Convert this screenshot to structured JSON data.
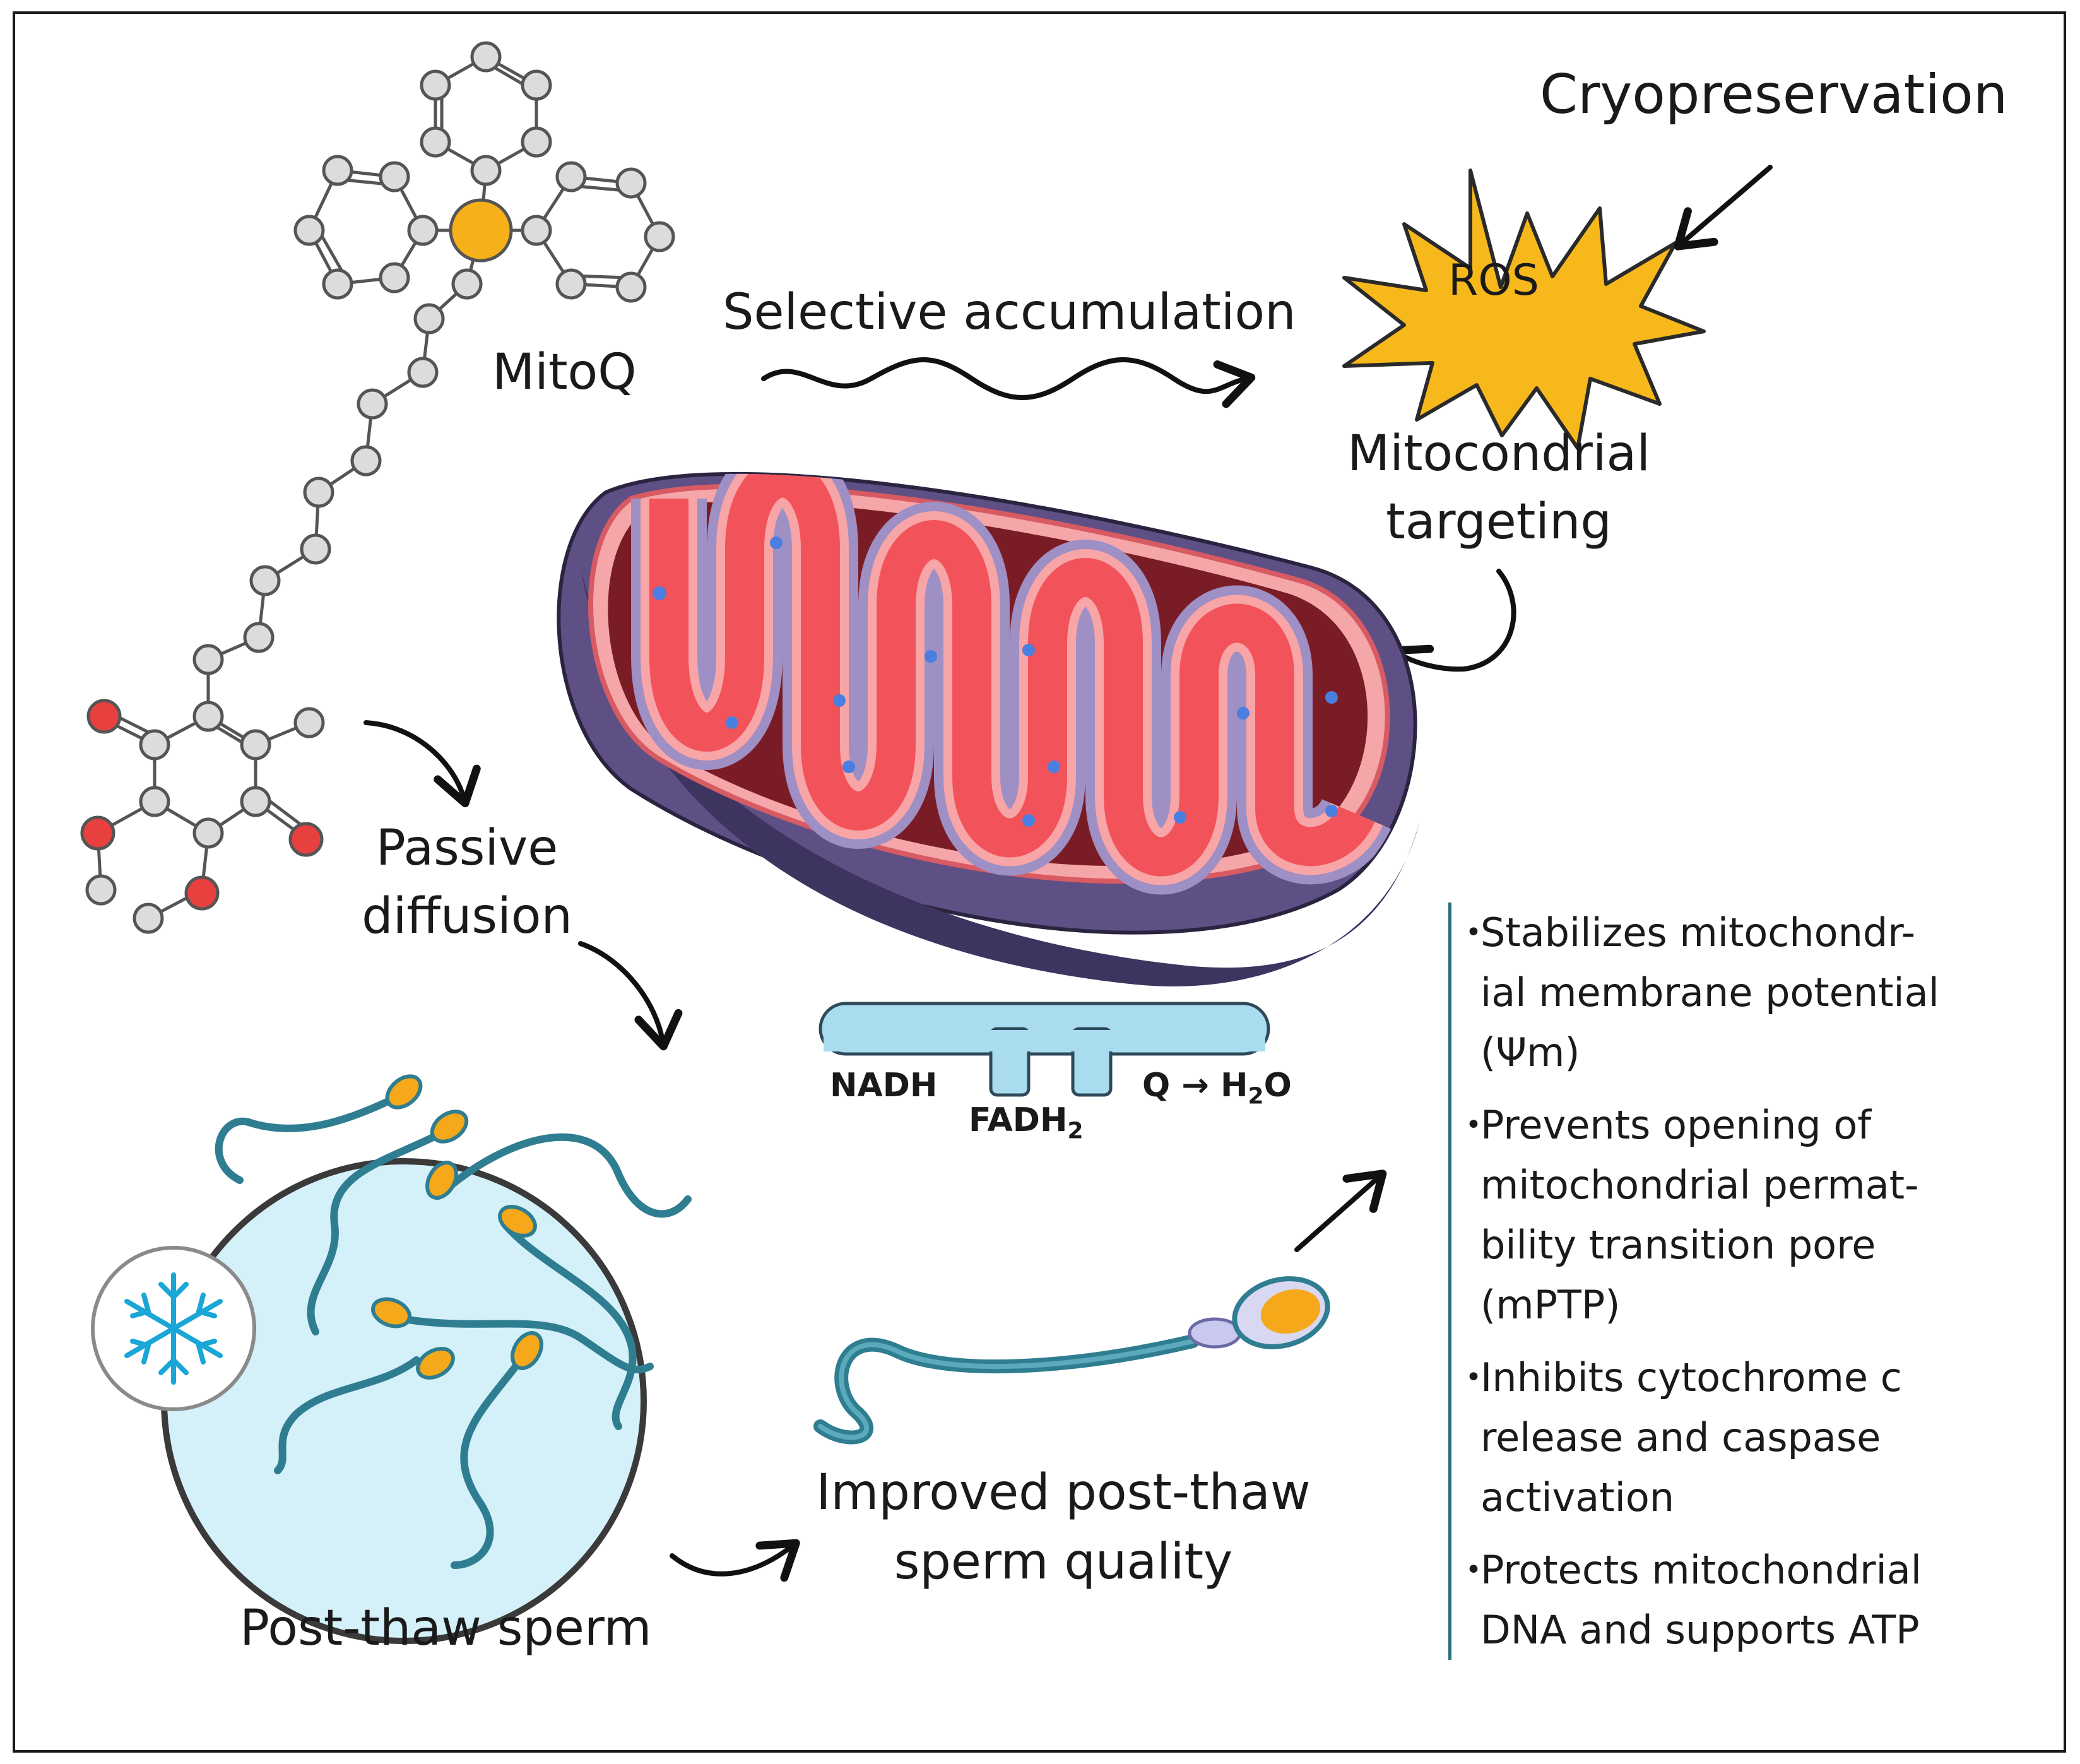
{
  "labels": {
    "cryopreservation": "Cryopreservation",
    "ros": "ROS",
    "selective_accumulation": "Selective accumulation",
    "mitoq": "MitoQ",
    "mitochondrial_targeting_1": "Mitocondrial",
    "mitochondrial_targeting_2": "targeting",
    "passive_diffusion_1": "Passive",
    "passive_diffusion_2": "diffusion",
    "nadh": "NADH",
    "fadh2": "FADH",
    "fadh2_sub": "2",
    "q_h2o": "Q → H",
    "q_h2o_sub": "2",
    "q_h2o_end": "O",
    "improved_1": "Improved post-thaw",
    "improved_2": "sperm quality",
    "post_thaw_sperm": "Post-thaw sperm"
  },
  "effects": [
    {
      "bullet": "•",
      "text": "Stabilizes mitochondr-\nial membrane potential\n(Ψm)"
    },
    {
      "bullet": "•",
      "text": "Prevents opening of\nmitochondrial permat-\nbility transition pore\n(mPTP)"
    },
    {
      "bullet": "•",
      "text": "Inhibits cytochrome c\nrelease and caspase\nactivation"
    },
    {
      "bullet": "•",
      "text": "Protects mitochondrial\nDNA and supports ATP"
    }
  ],
  "icons": [
    "snowflake-icon",
    "ros-starburst-icon",
    "mitochondrion-icon",
    "sperm-icon",
    "molecule-icon"
  ],
  "colors": {
    "ros_fill": "#f7b81c",
    "phosphorus_atom": "#f5b01a",
    "oxygen_atom": "#e8403f",
    "carbon_atom": "#dcdcdc",
    "matrix_red": "#f2535a",
    "membrane_purple": "#6b5d92",
    "etc_blue": "#a9dcee",
    "dish_blue": "#d4f0f8",
    "sperm_teal": "#2f7d90",
    "sperm_head": "#f4a81a",
    "divider": "#2b6f7a"
  }
}
